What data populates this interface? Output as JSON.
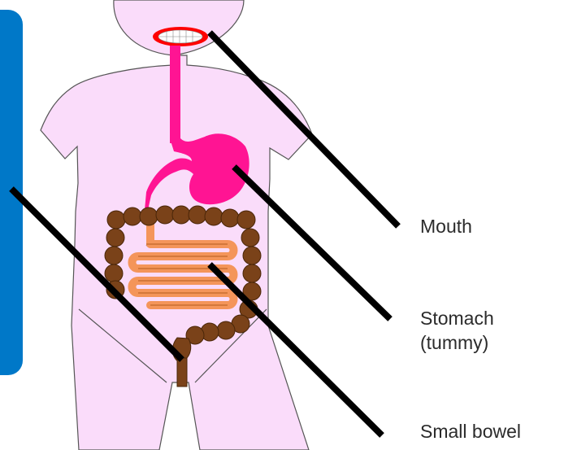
{
  "labels": {
    "mouth": "Mouth",
    "stomach": [
      "Stomach",
      "(tummy)"
    ],
    "small_bowel": "Small bowel"
  },
  "colors": {
    "body_skin": "#fadcfa",
    "outline": "#555555",
    "digestive_pink": "#ff1493",
    "lips": "#ff0000",
    "small_bowel": "#f4955a",
    "large_bowel": "#7a4219",
    "pointer_lines": "#000000",
    "side_panel": "#0078c8"
  },
  "icons": {
    "figure": "human-torso-diagram"
  }
}
